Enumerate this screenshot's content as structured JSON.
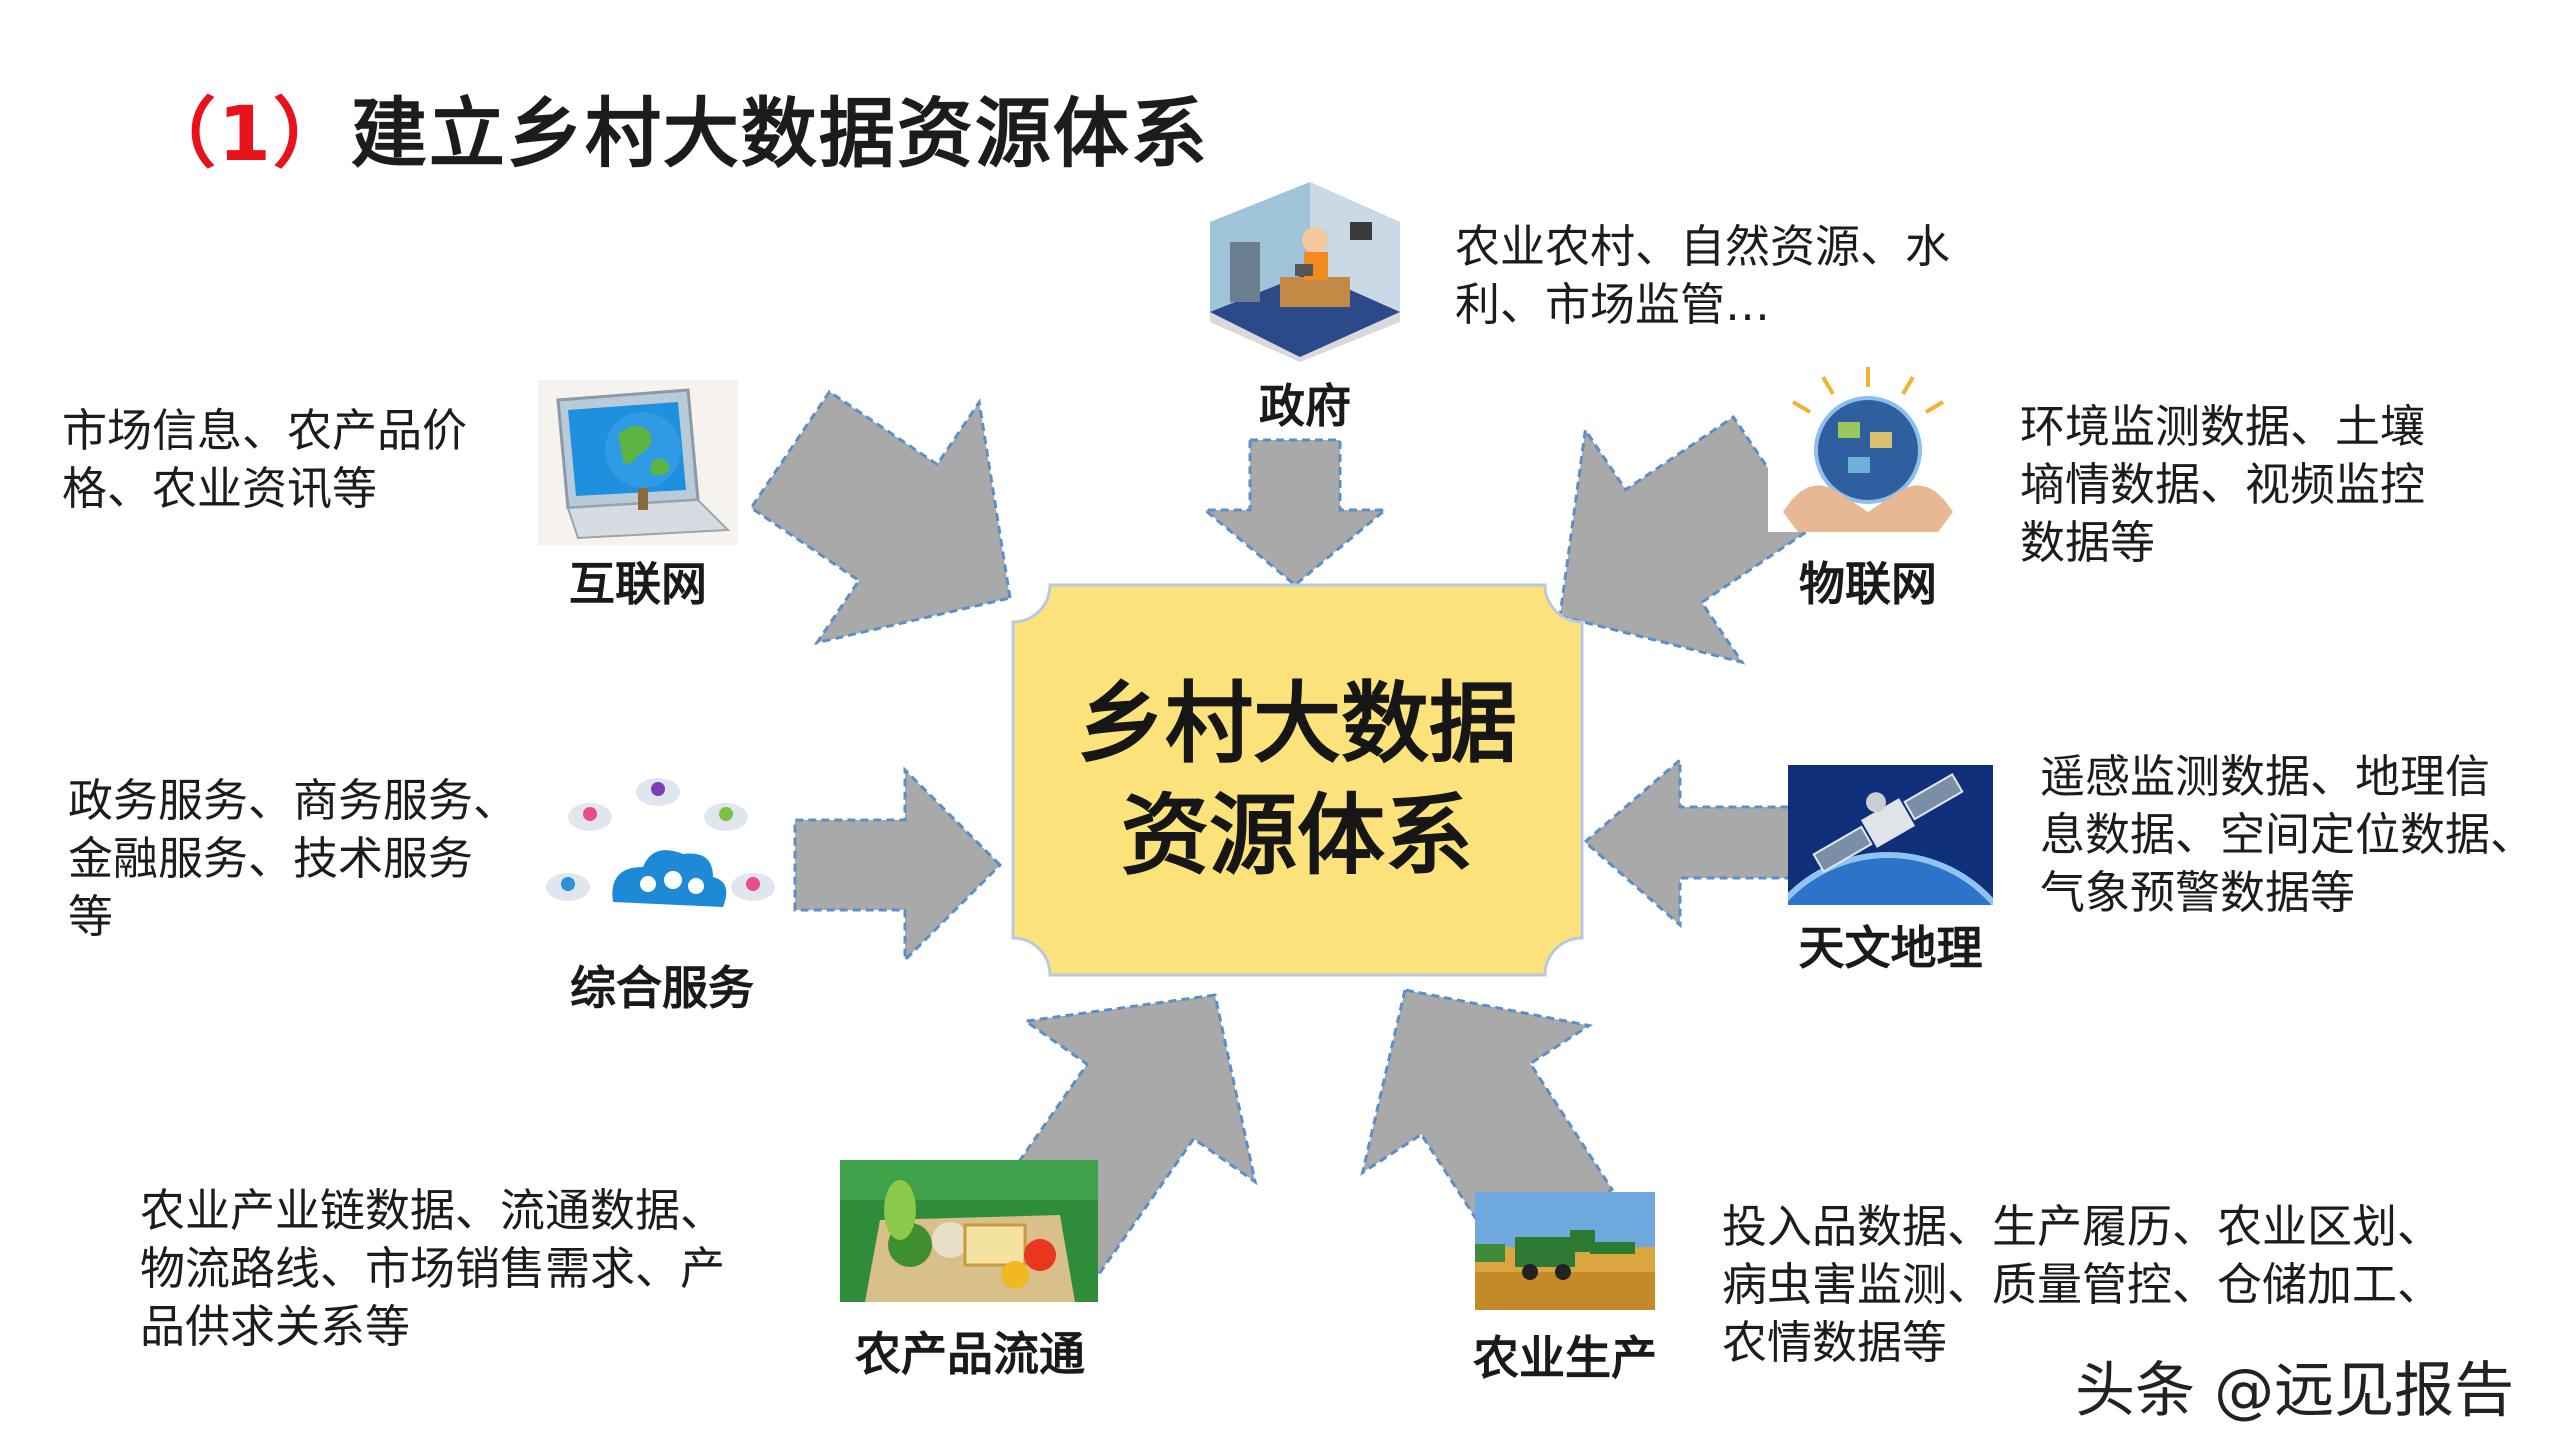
{
  "title": {
    "number": "（1）",
    "text": "建立乡村大数据资源体系"
  },
  "center": {
    "line1": "乡村大数据",
    "line2": "资源体系"
  },
  "nodes": {
    "government": {
      "label": "政府",
      "desc": [
        "农业农村、自然资源、水",
        "利、市场监管…"
      ]
    },
    "internet": {
      "label": "互联网",
      "desc": [
        "市场信息、农产品价",
        "格、农业资讯等"
      ]
    },
    "iot": {
      "label": "物联网",
      "desc": [
        "环境监测数据、土壤",
        "墒情数据、视频监控",
        "数据等"
      ]
    },
    "services": {
      "label": "综合服务",
      "desc": [
        "政务服务、商务服务、",
        "金融服务、技术服务",
        "等"
      ]
    },
    "geo": {
      "label": "天文地理",
      "desc": [
        "遥感监测数据、地理信",
        "息数据、空间定位数据、",
        "气象预警数据等"
      ]
    },
    "circulation": {
      "label": "农产品流通",
      "desc": [
        "农业产业链数据、流通数据、",
        "物流路线、市场销售需求、产",
        "品供求关系等"
      ]
    },
    "production": {
      "label": "农业生产",
      "desc": [
        "投入品数据、生产履历、农业区划、",
        "病虫害监测、质量管控、仓储加工、",
        "农情数据等"
      ]
    }
  },
  "watermark": "头条 @远见报告",
  "colors": {
    "title_accent": "#e8131a",
    "center_fill": "#fce27a",
    "center_border": "#b7c9e2",
    "arrow_fill": "#a9a9a9",
    "arrow_stroke": "#5b8fc9"
  },
  "icons": {
    "government": "office-worker-icon",
    "internet": "laptop-globe-icon",
    "iot": "hands-globe-icon",
    "services": "cloud-network-icon",
    "geo": "satellite-icon",
    "circulation": "produce-box-icon",
    "production": "harvester-icon"
  }
}
